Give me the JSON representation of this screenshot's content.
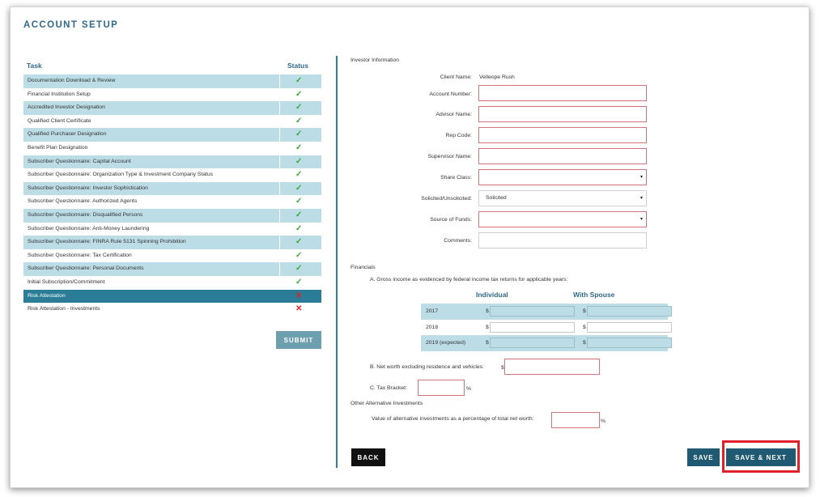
{
  "page": {
    "title": "ACCOUNT SETUP"
  },
  "tasks": {
    "header_task": "Task",
    "header_status": "Status",
    "items": [
      {
        "label": "Documentation Download & Review",
        "status": "✓",
        "state": "done"
      },
      {
        "label": "Financial Institution Setup",
        "status": "✓",
        "state": "done"
      },
      {
        "label": "Accredited Investor Designation",
        "status": "✓",
        "state": "done"
      },
      {
        "label": "Qualified Client Certificate",
        "status": "✓",
        "state": "done"
      },
      {
        "label": "Qualified Purchaser Designation",
        "status": "✓",
        "state": "done"
      },
      {
        "label": "Benefit Plan Designation",
        "status": "✓",
        "state": "done"
      },
      {
        "label": "Subscriber Questionnaire: Capital Account",
        "status": "✓",
        "state": "done"
      },
      {
        "label": "Subscriber Questionnaire: Organization Type & Investment Company Status",
        "status": "✓",
        "state": "done"
      },
      {
        "label": "Subscriber Questionnaire: Investor Sophistication",
        "status": "✓",
        "state": "done"
      },
      {
        "label": "Subscriber Questionnaire: Authorized Agents",
        "status": "✓",
        "state": "done"
      },
      {
        "label": "Subscriber Questionnaire: Disqualified Persons",
        "status": "✓",
        "state": "done"
      },
      {
        "label": "Subscriber Questionnaire: Anti-Money Laundering",
        "status": "✓",
        "state": "done"
      },
      {
        "label": "Subscriber Questionnaire: FINRA Rule 5131 Spinning Prohibition",
        "status": "✓",
        "state": "done"
      },
      {
        "label": "Subscriber Questionnaire: Tax Certification",
        "status": "✓",
        "state": "done"
      },
      {
        "label": "Subscriber Questionnaire: Personal Documents",
        "status": "✓",
        "state": "done"
      },
      {
        "label": "Initial Subscription/Commitment",
        "status": "✓",
        "state": "done"
      },
      {
        "label": "Risk Attestation",
        "status": "✕",
        "state": "todo",
        "active": true
      },
      {
        "label": "Risk Attestation - Investments",
        "status": "✕",
        "state": "todo"
      }
    ],
    "submit_label": "SUBMIT"
  },
  "investor": {
    "section": "Investor Information",
    "client_name_label": "Client Name:",
    "client_name_value": "Velleope Rush",
    "account_number_label": "Account Number:",
    "advisor_name_label": "Advisor Name:",
    "rep_code_label": "Rep Code:",
    "supervisor_name_label": "Supervisor Name:",
    "share_class_label": "Share Class:",
    "solicited_label": "Solicited/Unsolicited:",
    "solicited_value": "Solicited",
    "source_of_funds_label": "Source of Funds:",
    "comments_label": "Comments:",
    "dropdown_caret": "▾"
  },
  "financials": {
    "section": "Financials",
    "gross_income_label": "A. Gross income as evidenced by federal income tax returns for applicable years:",
    "col_individual": "Individual",
    "col_with_spouse": "With Spouse",
    "currency": "$",
    "percent": "%",
    "years": [
      "2017",
      "2018",
      "2019 (expected)"
    ],
    "net_worth_label": "B. Net worth excluding residence and vehicles:",
    "tax_bracket_label": "C. Tax Bracket:"
  },
  "alternatives": {
    "section": "Other Alternative Investments",
    "value_label": "Value of alternative investments as a percentage of total net worth:"
  },
  "actions": {
    "back_label": "BACK",
    "save_label": "SAVE",
    "save_next_label": "SAVE & NEXT"
  }
}
